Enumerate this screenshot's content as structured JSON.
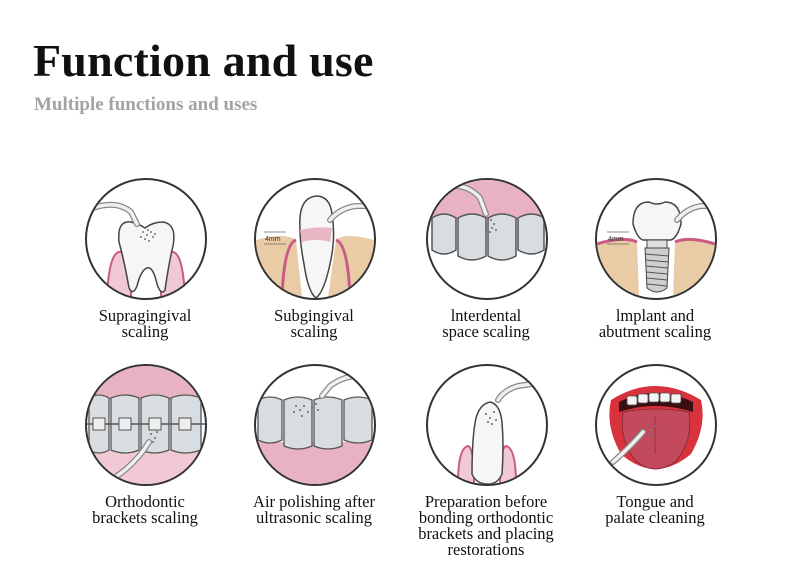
{
  "header": {
    "title": "Function and use",
    "subtitle": "Multiple functions and uses"
  },
  "items": [
    {
      "lines": [
        "Supragingival",
        "scaling"
      ],
      "icon": "supragingival-scaling-icon"
    },
    {
      "lines": [
        "Subgingival",
        "scaling"
      ],
      "icon": "subgingival-scaling-icon",
      "depth_label": "4mm"
    },
    {
      "lines": [
        "lnterdental",
        "space scaling"
      ],
      "icon": "interdental-scaling-icon"
    },
    {
      "lines": [
        "lmplant and",
        "abutment scaling"
      ],
      "icon": "implant-scaling-icon",
      "depth_label": "4mm"
    },
    {
      "lines": [
        "Orthodontic",
        "brackets scaling"
      ],
      "icon": "orthodontic-brackets-icon"
    },
    {
      "lines": [
        "Air polishing after",
        "ultrasonic scaling"
      ],
      "icon": "air-polishing-icon"
    },
    {
      "lines": [
        "Preparation before",
        "bonding orthodontic",
        "brackets and placing",
        "restorations"
      ],
      "icon": "bonding-preparation-icon"
    },
    {
      "lines": [
        "Tongue and",
        "palate cleaning"
      ],
      "icon": "tongue-cleaning-icon"
    }
  ],
  "colors": {
    "gum": "#e8bcc8",
    "gum_dark": "#c85a86",
    "bone": "#e9cba6",
    "tooth": "#f4f4f4",
    "tooth_grey": "#d7dde0",
    "tongue": "#c24a5c",
    "lip": "#d8323d",
    "title": "#111111",
    "subtitle": "#a3a3a3"
  }
}
